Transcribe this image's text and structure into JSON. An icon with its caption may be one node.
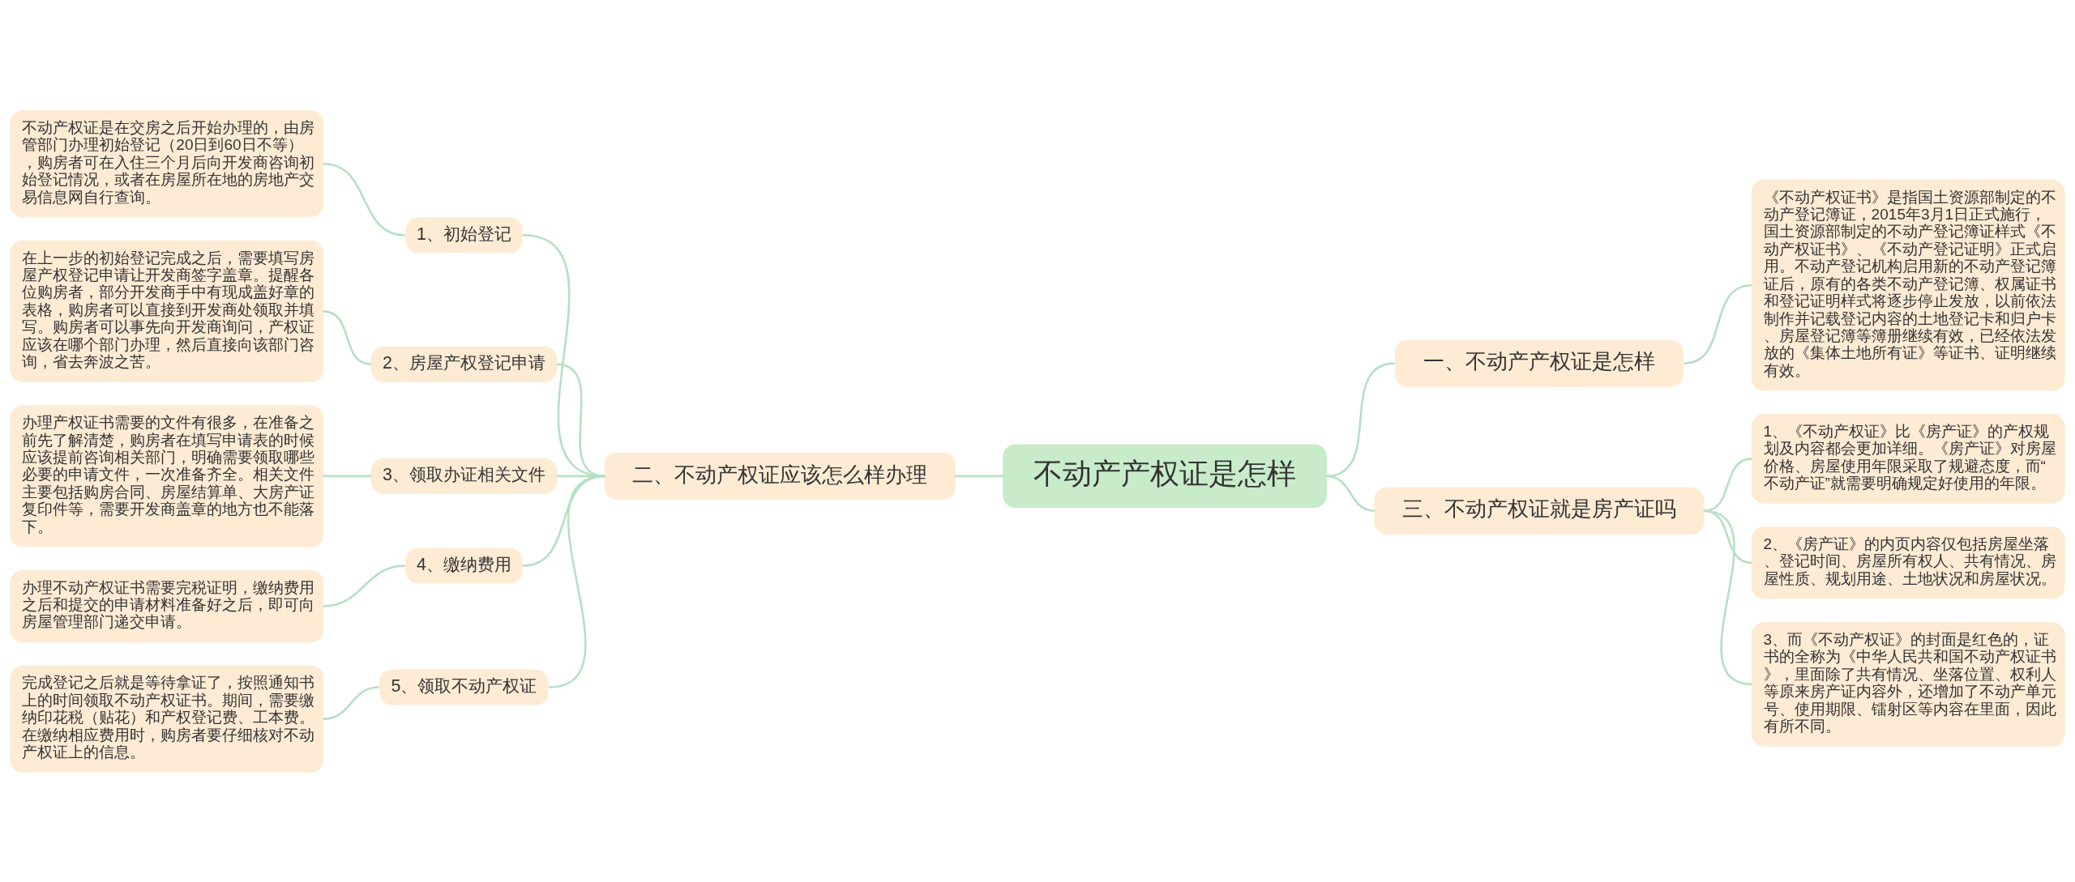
{
  "diagram": {
    "nodes": [
      {
        "text": [
          "不动产产权证是怎样"
        ]
      },
      {
        "text": [
          "二、不动产权证应该怎么样办理"
        ]
      },
      {
        "text": [
          "1、初始登记"
        ]
      },
      {
        "text": [
          "不动产权证是在交房之后开始办理的，由房管部门办理初始登记（20日到60日不等），购房者可在入住三个月后向开发商咨询初始登记情况，或者在房屋所在地的房地产交易信息网自行查询。"
        ]
      },
      {
        "text": [
          "2、房屋产权登记申请"
        ]
      },
      {
        "text": [
          "在上一步的初始登记完成之后，需要填写房屋产权登记申请让开发商签字盖章。提醒各位购房者，部分开发商手中有现成盖好章的表格，购房者可以直接到开发商处领取并填写。购房者可以事先向开发商询问，产权证应该在哪个部门办理，然后直接向该部门咨询，省去奔波之苦。"
        ]
      },
      {
        "text": [
          "3、领取办证相关文件"
        ]
      },
      {
        "text": [
          "办理产权证书需要的文件有很多，在准备之前先了解清楚，购房者在填写申请表的时候应该提前咨询相关部门，明确需要领取哪些必要的申请文件，一次准备齐全。相关文件主要包括购房合同、房屋结算单、大房产证复印件等，需要开发商盖章的地方也不能落下。"
        ]
      },
      {
        "text": [
          "4、缴纳费用"
        ]
      },
      {
        "text": [
          "办理不动产权证书需要完税证明，缴纳费用之后和提交的申请材料准备好之后，即可向房屋管理部门递交申请。"
        ]
      },
      {
        "text": [
          "5、领取不动产权证"
        ]
      },
      {
        "text": [
          "完成登记之后就是等待拿证了，按照通知书上的时间领取不动产权证书。期间，需要缴纳印花税（贴花）和产权登记费、工本费。在缴纳相应费用时，购房者要仔细核对不动产权证上的信息。"
        ]
      },
      {
        "text": [
          "一、不动产产权证是怎样"
        ]
      },
      {
        "text": [
          "《不动产权证书》是指国土资源部制定的不动产登记簿证，2015年3月1日正式施行，国土资源部制定的不动产登记簿证样式《不动产权证书》、《不动产登记证明》正式启用。不动产登记机构启用新的不动产登记簿证后，原有的各类不动产登记簿、权属证书和登记证明样式将逐步停止发放，以前依法制作并记载登记内容的土地登记卡和归户卡、房屋登记簿等簿册继续有效，已经依法发放的《集体土地所有证》等证书、证明继续有效。"
        ]
      },
      {
        "text": [
          "三、不动产权证就是房产证吗"
        ]
      },
      {
        "text": [
          "1、《不动产权证》比《房产证》的产权规划及内容都会更加详细。《房产证》对房屋价格、房屋使用年限采取了规避态度，而“不动产证”就需要明确规定好使用的年限。"
        ]
      },
      {
        "text": [
          "2、《房产证》的内页内容仅包括房屋坐落、登记时间、房屋所有权人、共有情况、房屋性质、规划用途、土地状况和房屋状况。"
        ]
      },
      {
        "text": [
          "3、而《不动产权证》的封面是红色的，证书的全称为《中华人民共和国不动产权证书》，里面除了共有情况、坐落位置、权利人等原来房产证内容外，还增加了不动产单元号、使用期限、镭射区等内容在里面，因此有所不同。"
        ]
      }
    ],
    "edges": [
      {
        "from": 1,
        "to": 0,
        "arrow": "none"
      },
      {
        "from": 2,
        "to": 1,
        "arrow": "none"
      },
      {
        "from": 3,
        "to": 2,
        "arrow": "none"
      },
      {
        "from": 4,
        "to": 1,
        "arrow": "none"
      },
      {
        "from": 5,
        "to": 4,
        "arrow": "none"
      },
      {
        "from": 6,
        "to": 1,
        "arrow": "none"
      },
      {
        "from": 7,
        "to": 6,
        "arrow": "none"
      },
      {
        "from": 8,
        "to": 1,
        "arrow": "none"
      },
      {
        "from": 9,
        "to": 8,
        "arrow": "none"
      },
      {
        "from": 10,
        "to": 1,
        "arrow": "none"
      },
      {
        "from": 11,
        "to": 10,
        "arrow": "none"
      },
      {
        "from": 0,
        "to": 12,
        "arrow": "none"
      },
      {
        "from": 12,
        "to": 13,
        "arrow": "none"
      },
      {
        "from": 0,
        "to": 14,
        "arrow": "none"
      },
      {
        "from": 14,
        "to": 15,
        "arrow": "none"
      },
      {
        "from": 14,
        "to": 16,
        "arrow": "none"
      },
      {
        "from": 14,
        "to": 17,
        "arrow": "none"
      }
    ]
  }
}
